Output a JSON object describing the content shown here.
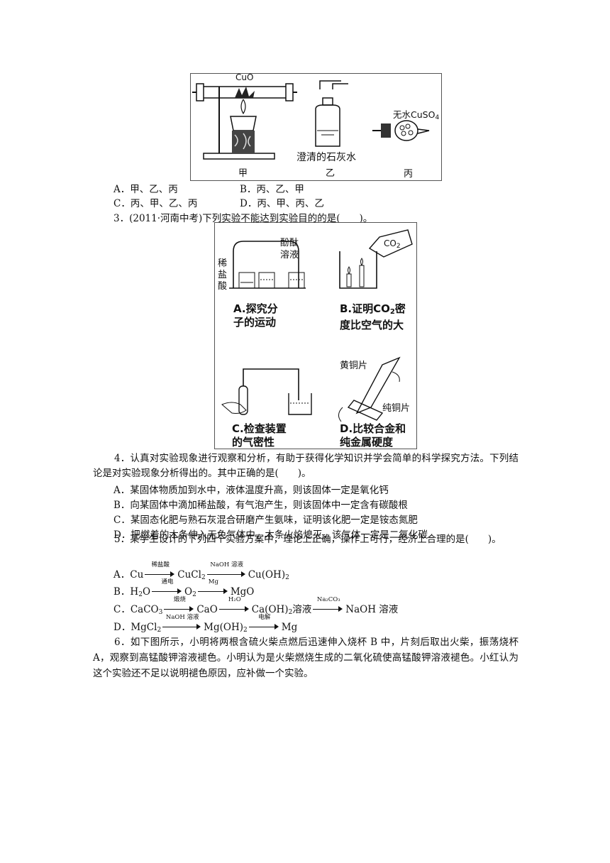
{
  "fig1": {
    "cuo": "CuO",
    "limewater": "澄清的石灰水",
    "cuso4": "无水CuSO",
    "cuso4_sub": "4",
    "label_a": "甲",
    "label_b": "乙",
    "label_c": "丙"
  },
  "q2_options": {
    "a": "A．甲、乙、丙",
    "b": "B．丙、乙、甲",
    "c": "C．丙、甲、乙、丙",
    "d": "D．丙、甲、丙、乙"
  },
  "q3": {
    "stem": "3．(2011·河南中考)下列实验不能达到实验目的的是(　　)。"
  },
  "fig2": {
    "acid_label": "稀\n盐\n酸",
    "phenol_label": "酚酞\n溶液",
    "co2": "CO",
    "co2_sub": "2",
    "cap_a": "A.探究分\n子的运动",
    "cap_b1": "B.证明CO",
    "cap_b_sub": "2",
    "cap_b2": "密",
    "cap_b3": "度比空气的大",
    "cap_c": "C.检查装置\n的气密性",
    "cap_d": "D.比较合金和\n纯金属硬度",
    "brass": "黄铜片",
    "copper": "纯铜片"
  },
  "q4": {
    "stem": "4．认真对实验现象进行观察和分析，有助于获得化学知识并学会简单的科学探究方法。下列结论是对实验现象分析得出的。其中正确的是(　　)。",
    "a": "A．某固体物质加到水中，液体温度升高，则该固体一定是氧化钙",
    "b": "B．向某固体中滴加稀盐酸，有气泡产生，则该固体中一定含有碳酸根",
    "c": "C．某固态化肥与熟石灰混合研磨产生氨味，证明该化肥一定是铵态氮肥",
    "d": "D．把燃着的木条伸入无色气体中，木条火焰熄灭，该气体一定是二氧化碳"
  },
  "q5": {
    "stem": "5．某学生设计的下列四个实验方案中，理论上正确，操作上可行，经济上合理的是(　　)。",
    "a": {
      "p": "A．Cu",
      "r1": "稀盐酸",
      "m": "CuCl",
      "m_sub": "2",
      "r2": "NaOH 溶液",
      "e": "Cu(OH)",
      "e_sub": "2"
    },
    "b": {
      "p": "B．H",
      "p_sub": "2",
      "p2": "O",
      "r1": "通电",
      "m": "O",
      "m_sub": "2",
      "r2": "Mg",
      "e": "MgO"
    },
    "c": {
      "p": "C．CaCO",
      "p_sub": "3",
      "r1": "煅烧",
      "m": "CaO",
      "r2": "H₂O",
      "m2": "Ca(OH)",
      "m2_sub": "2",
      "m2_tail": "溶液",
      "r3": "Na₂CO₃",
      "e": "NaOH 溶液"
    },
    "d": {
      "p": "D．MgCl",
      "p_sub": "2",
      "r1": "NaOH 溶液",
      "m": "Mg(OH)",
      "m_sub": "2",
      "r2": "电解",
      "e": "Mg"
    }
  },
  "q6": {
    "stem": "6．如下图所示，小明将两根含硫火柴点燃后迅速伸入烧杯 B 中，片刻后取出火柴，振荡烧杯 A，观察到高锰酸钾溶液褪色。小明认为是火柴燃烧生成的二氧化硫使高锰酸钾溶液褪色。小红认为这个实验还不足以说明褪色原因，应补做一个实验。"
  }
}
